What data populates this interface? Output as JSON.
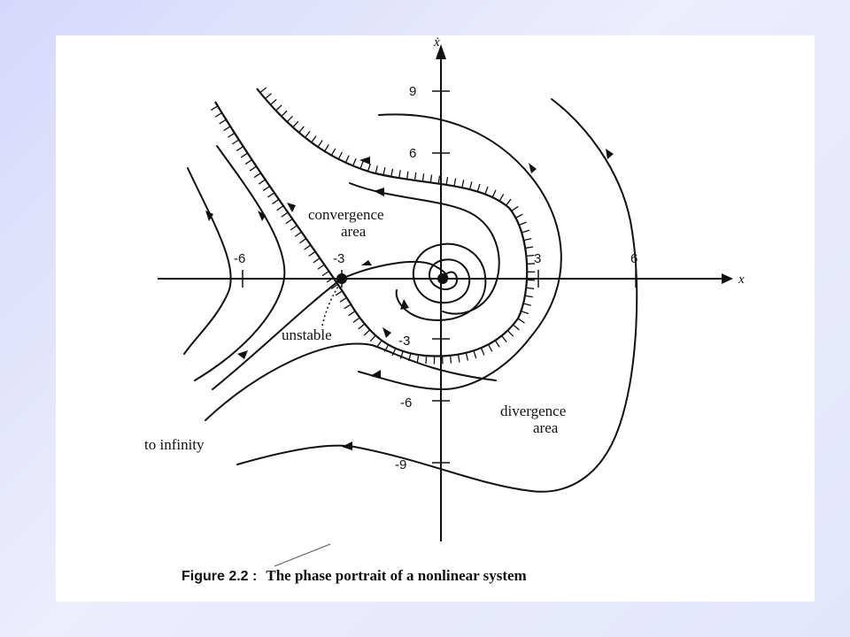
{
  "figure": {
    "axis_labels": {
      "x": "x",
      "y": "ẋ"
    },
    "x_ticks": [
      "-6",
      "-3",
      "3",
      "6"
    ],
    "y_ticks": [
      "9",
      "6",
      "-3",
      "-6",
      "-9"
    ],
    "annotations": {
      "convergence": [
        "convergence",
        "area"
      ],
      "divergence": [
        "divergence",
        "area"
      ],
      "unstable": "unstable",
      "to_infinity": "to infinity"
    },
    "caption": {
      "figure_number": "Figure 2.2 :",
      "text": "The phase portrait of a nonlinear system"
    }
  },
  "colors": {
    "background": "#e3e5fc",
    "panel": "#ffffff",
    "ink": "#111111"
  }
}
